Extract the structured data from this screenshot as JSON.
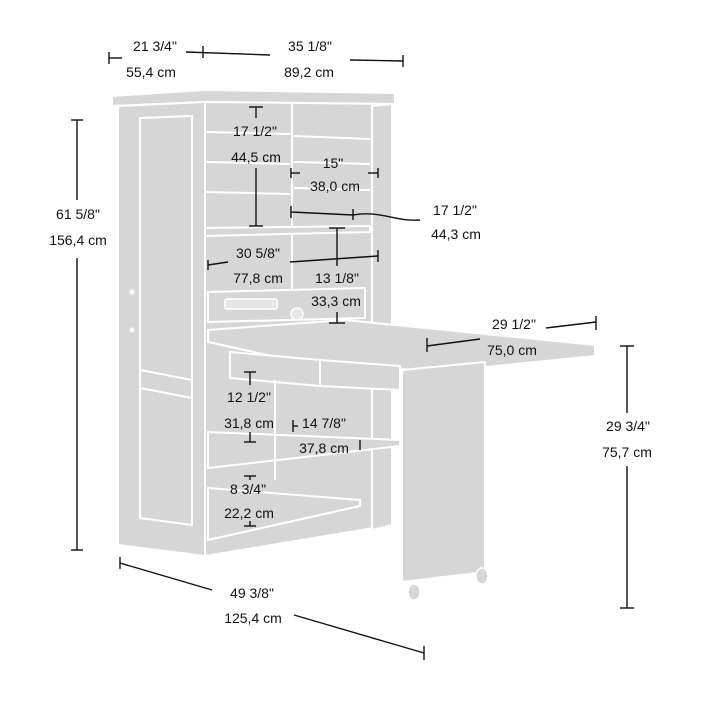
{
  "colors": {
    "furniture_fill": "#d5d6d5",
    "furniture_line": "#ffffff",
    "dimension_line": "#111111",
    "background": "#ffffff"
  },
  "dimensions": {
    "depth_closed": {
      "in": "21 3/4\"",
      "cm": "55,4 cm"
    },
    "width": {
      "in": "35 1/8\"",
      "cm": "89,2 cm"
    },
    "height": {
      "in": "61 5/8\"",
      "cm": "156,4 cm"
    },
    "upper_shelf_height": {
      "in": "17 1/2\"",
      "cm": "44,5 cm"
    },
    "right_shelf_width": {
      "in": "15\"",
      "cm": "38,0 cm"
    },
    "right_shelf_depth": {
      "in": "17 1/2\"",
      "cm": "44,3 cm"
    },
    "interior_width": {
      "in": "30 5/8\"",
      "cm": "77,8 cm"
    },
    "work_surface_clearance": {
      "in": "13 1/8\"",
      "cm": "33,3 cm"
    },
    "tabletop_extension": {
      "in": "29 1/2\"",
      "cm": "75,0 cm"
    },
    "table_height": {
      "in": "29 3/4\"",
      "cm": "75,7 cm"
    },
    "lower_shelf_height": {
      "in": "12 1/2\"",
      "cm": "31,8 cm"
    },
    "lower_shelf_depth": {
      "in": "14 7/8\"",
      "cm": "37,8 cm"
    },
    "bottom_shelf_height": {
      "in": "8 3/4\"",
      "cm": "22,2 cm"
    },
    "overall_depth_open": {
      "in": "49 3/8\"",
      "cm": "125,4 cm"
    }
  },
  "icons": {
    "power_strip": "power-strip-icon",
    "casters": "caster-wheel-icon"
  }
}
